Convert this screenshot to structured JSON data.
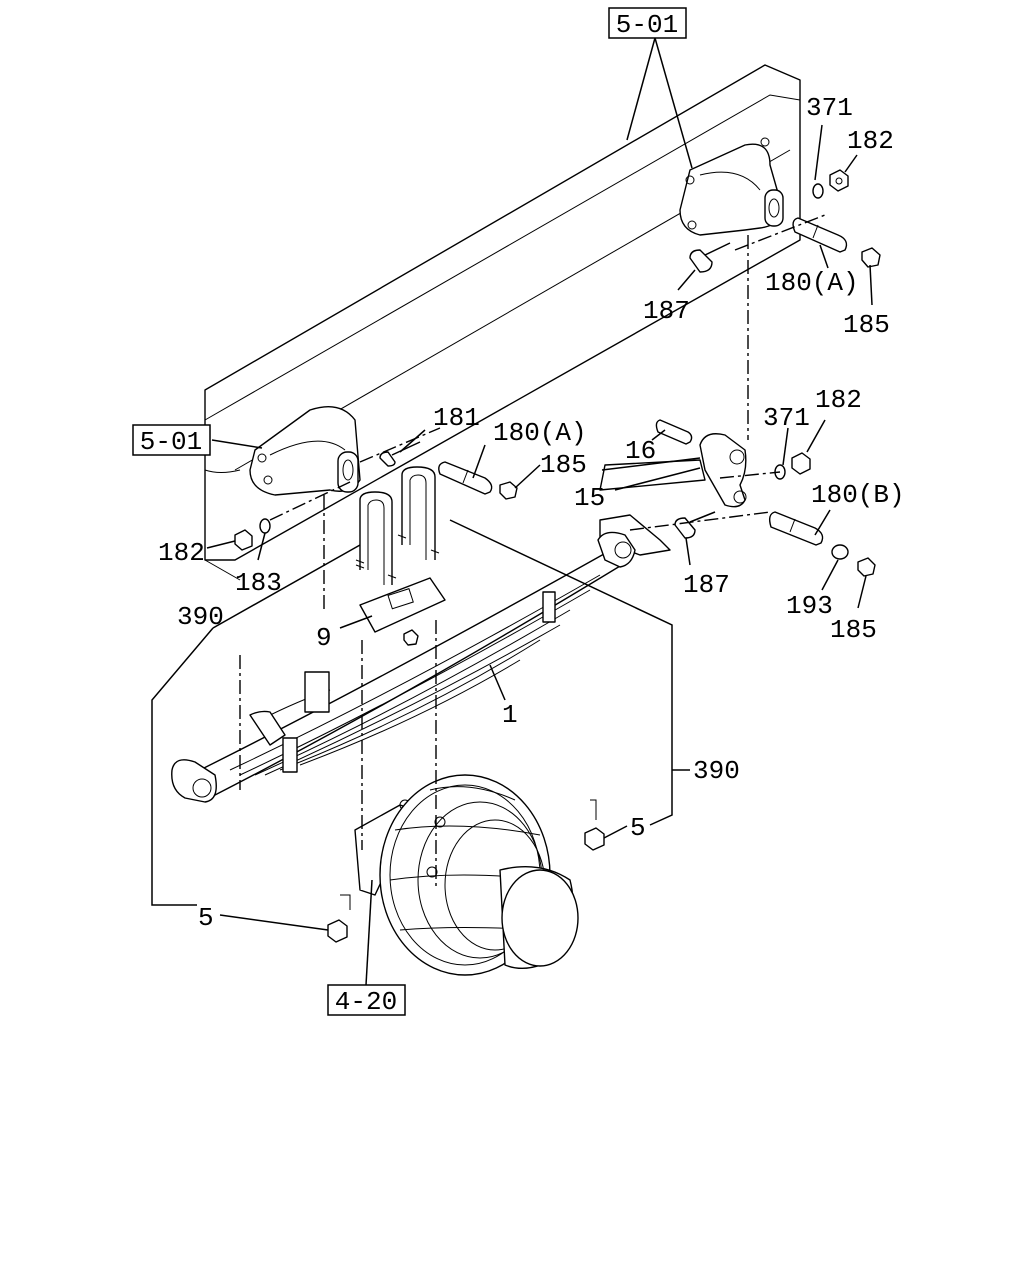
{
  "refs": {
    "frame_top": "5-01",
    "frame_left": "5-01",
    "axle": "4-20"
  },
  "labels": {
    "l371_top": "371",
    "l182_top": "182",
    "l180a_top": "180(A)",
    "l185_top": "185",
    "l187_top": "187",
    "l181": "181",
    "l180a_mid": "180(A)",
    "l185_mid": "185",
    "l16": "16",
    "l15": "15",
    "l371_mid": "371",
    "l182_mid": "182",
    "l180b": "180(B)",
    "l187_mid": "187",
    "l193": "193",
    "l185_low": "185",
    "l182_left": "182",
    "l183": "183",
    "l390_left": "390",
    "l9": "9",
    "l1": "1",
    "l390_right": "390",
    "l5_right": "5",
    "l5_left": "5"
  }
}
